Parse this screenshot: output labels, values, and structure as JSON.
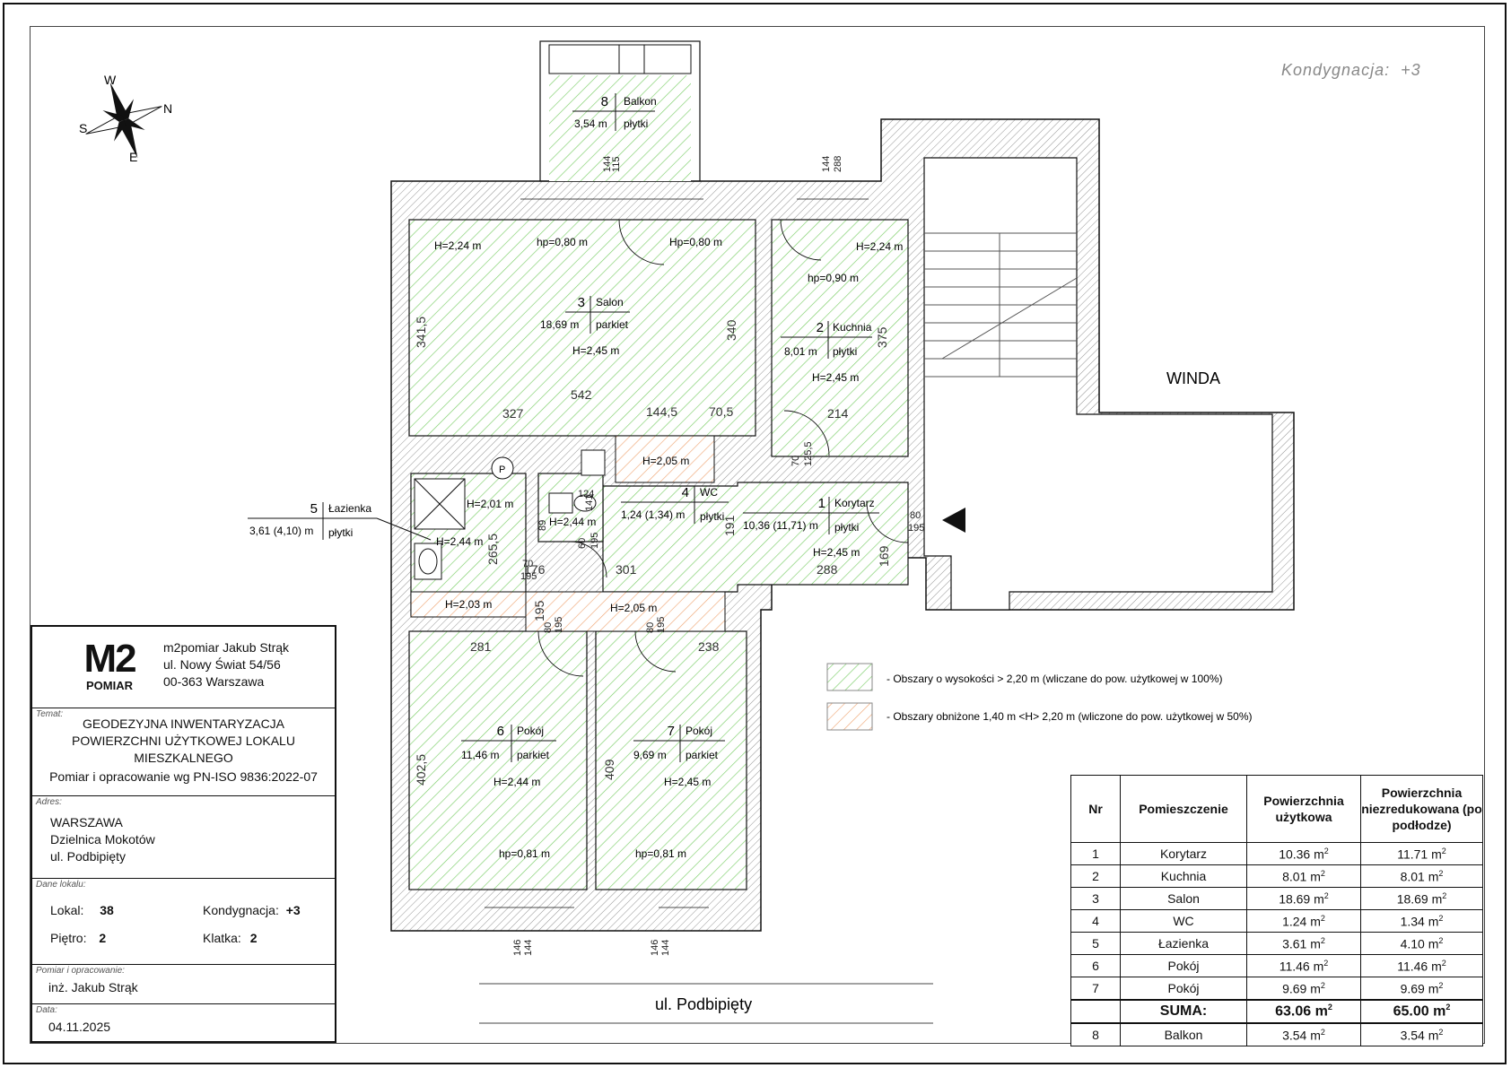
{
  "level_label": "Kondygnacja:  +3",
  "compass": {
    "n": "N",
    "s": "S",
    "e": "E",
    "w": "W"
  },
  "elevator_label": "WINDA",
  "street_label": "ul. Podbipięty",
  "rooms": [
    {
      "nr": "8",
      "name": "Balkon",
      "area": "3,54 m",
      "finish": "płytki"
    },
    {
      "nr": "3",
      "name": "Salon",
      "area": "18,69 m",
      "finish": "parkiet",
      "height": "H=2,45 m"
    },
    {
      "nr": "2",
      "name": "Kuchnia",
      "area": "8,01 m",
      "finish": "płytki",
      "height": "H=2,45 m"
    },
    {
      "nr": "4",
      "name": "WC",
      "area": "1,24 (1,34) m",
      "finish": "płytki"
    },
    {
      "nr": "1",
      "name": "Korytarz",
      "area": "10,36 (11,71) m",
      "finish": "płytki",
      "height": "H=2,45 m"
    },
    {
      "nr": "5",
      "name": "Łazienka",
      "area": "3,61 (4,10) m",
      "finish": "płytki"
    },
    {
      "nr": "6",
      "name": "Pokój",
      "area": "11,46 m",
      "finish": "parkiet",
      "height": "H=2,44 m"
    },
    {
      "nr": "7",
      "name": "Pokój",
      "area": "9,69 m",
      "finish": "parkiet",
      "height": "H=2,45 m"
    }
  ],
  "sq": "2",
  "plan_labels": [
    "H=2,24 m",
    "hp=0,80 m",
    "Hp=0,80 m",
    "H=2,24 m",
    "hp=0,90 m",
    "H=2,05 m",
    "H=2,01 m",
    "H=2,44 m",
    "H=2,44 m",
    "H=2,03 m",
    "H=2,05 m",
    "hp=0,81 m",
    "hp=0,81 m",
    "P"
  ],
  "dims": [
    "341,5",
    "340",
    "542",
    "327",
    "144,5",
    "70,5",
    "375",
    "214",
    "288",
    "144",
    "115",
    "144",
    "124",
    "141",
    "89",
    "60",
    "195",
    "70",
    "195",
    "80",
    "195",
    "191",
    "169",
    "288",
    "265,5",
    "176",
    "301",
    "70",
    "195",
    "125,5",
    "80",
    "195",
    "80",
    "195",
    "281",
    "238",
    "402,5",
    "409",
    "146",
    "144",
    "146",
    "144"
  ],
  "legend": [
    {
      "text": "- Obszary o wysokości > 2,20 m (wliczane do pow. użytkowej w 100%)",
      "color": "#7dcf6a"
    },
    {
      "text": "- Obszary obniżone 1,40 m <H> 2,20 m (wliczone do pow. użytkowej w 50%)",
      "color": "#f0a878"
    }
  ],
  "title_block": {
    "logo_main": "M2",
    "logo_sub": "POMIAR",
    "company": [
      "m2pomiar Jakub Strąk",
      "ul. Nowy Świat 54/56",
      "00-363 Warszawa"
    ],
    "temat_label": "Temat:",
    "temat": [
      "GEODEZYJNA INWENTARYZACJA",
      "POWIERZCHNI UŻYTKOWEJ LOKALU",
      "MIESZKALNEGO"
    ],
    "norm": "Pomiar i opracowanie wg PN-ISO 9836:2022-07",
    "adres_label": "Adres:",
    "adres": [
      "WARSZAWA",
      "Dzielnica Mokotów",
      "ul. Podbipięty"
    ],
    "dane_label": "Dane lokalu:",
    "lokal_k": "Lokal:",
    "lokal_v": "38",
    "kond_k": "Kondygnacja:",
    "kond_v": "+3",
    "pietro_k": "Piętro:",
    "pietro_v": "2",
    "klatka_k": "Klatka:",
    "klatka_v": "2",
    "pomiar_label": "Pomiar i opracowanie:",
    "pomiar": "inż. Jakub Strąk",
    "data_label": "Data:",
    "data": "04.11.2025"
  },
  "table": {
    "headers": [
      "Nr",
      "Pomieszczenie",
      "Powierzchnia użytkowa",
      "Powierzchnia niezredukowana (po podłodze)"
    ],
    "rows": [
      [
        "1",
        "Korytarz",
        "10.36 m",
        "11.71 m"
      ],
      [
        "2",
        "Kuchnia",
        "8.01 m",
        "8.01 m"
      ],
      [
        "3",
        "Salon",
        "18.69 m",
        "18.69 m"
      ],
      [
        "4",
        "WC",
        "1.24 m",
        "1.34 m"
      ],
      [
        "5",
        "Łazienka",
        "3.61 m",
        "4.10 m"
      ],
      [
        "6",
        "Pokój",
        "11.46 m",
        "11.46 m"
      ],
      [
        "7",
        "Pokój",
        "9.69 m",
        "9.69 m"
      ]
    ],
    "sum": [
      "",
      "SUMA:",
      "63.06 m",
      "65.00 m"
    ],
    "extra": [
      "8",
      "Balkon",
      "3.54 m",
      "3.54 m"
    ]
  }
}
